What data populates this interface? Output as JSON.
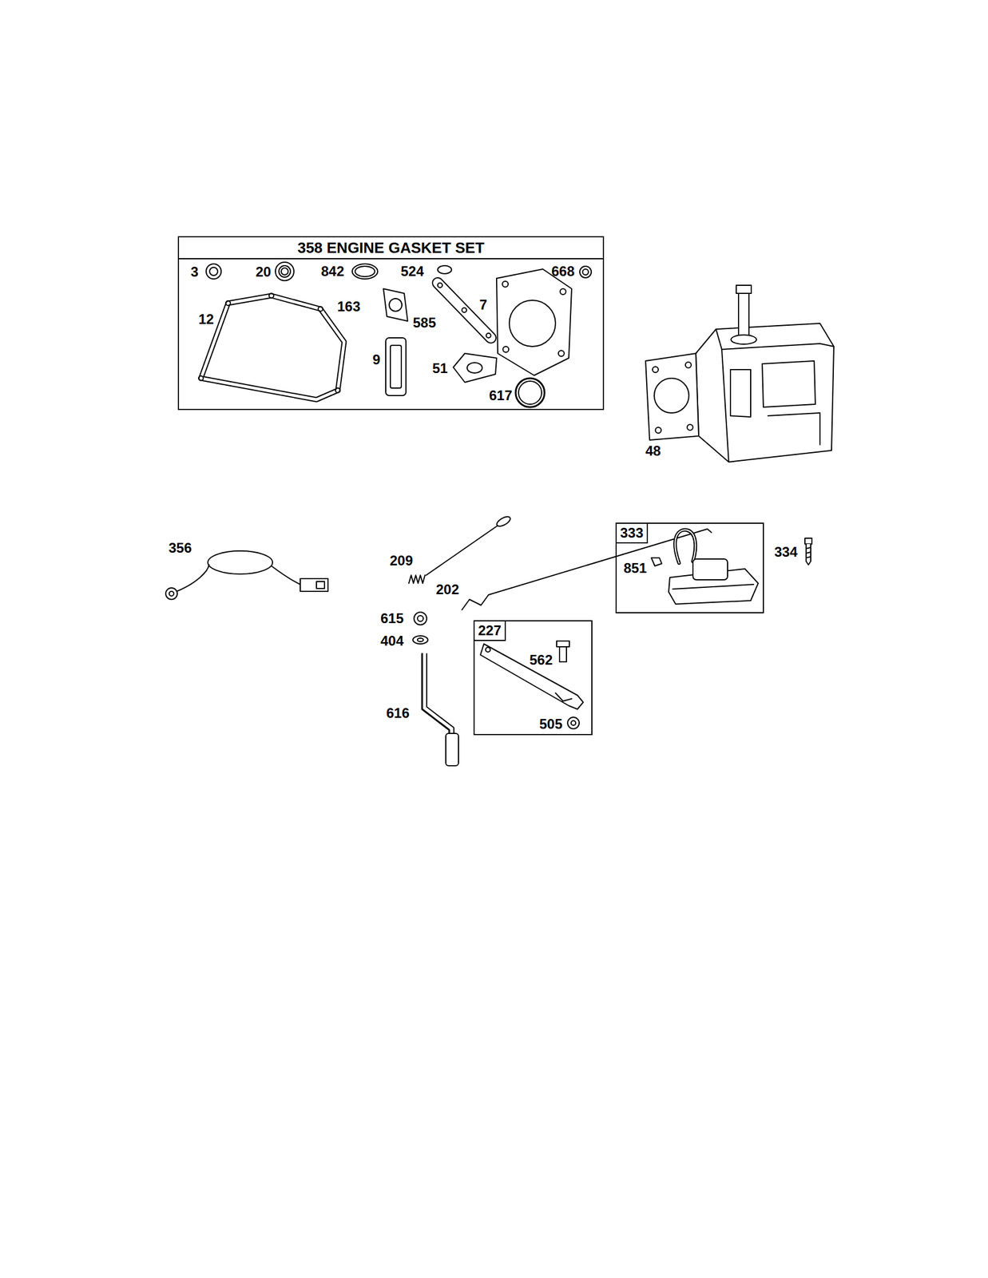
{
  "diagram": {
    "nodes": [
      {
        "text": [
          "358 ENGINE GASKET SET"
        ]
      },
      {
        "text": [
          "333"
        ]
      },
      {
        "text": [
          "227"
        ]
      }
    ],
    "labels": [
      "3",
      "20",
      "842",
      "524",
      "668",
      "12",
      "163",
      "585",
      "7",
      "9",
      "51",
      "617",
      "48",
      "356",
      "334",
      "209",
      "851",
      "202",
      "615",
      "404",
      "562",
      "616",
      "505"
    ]
  }
}
